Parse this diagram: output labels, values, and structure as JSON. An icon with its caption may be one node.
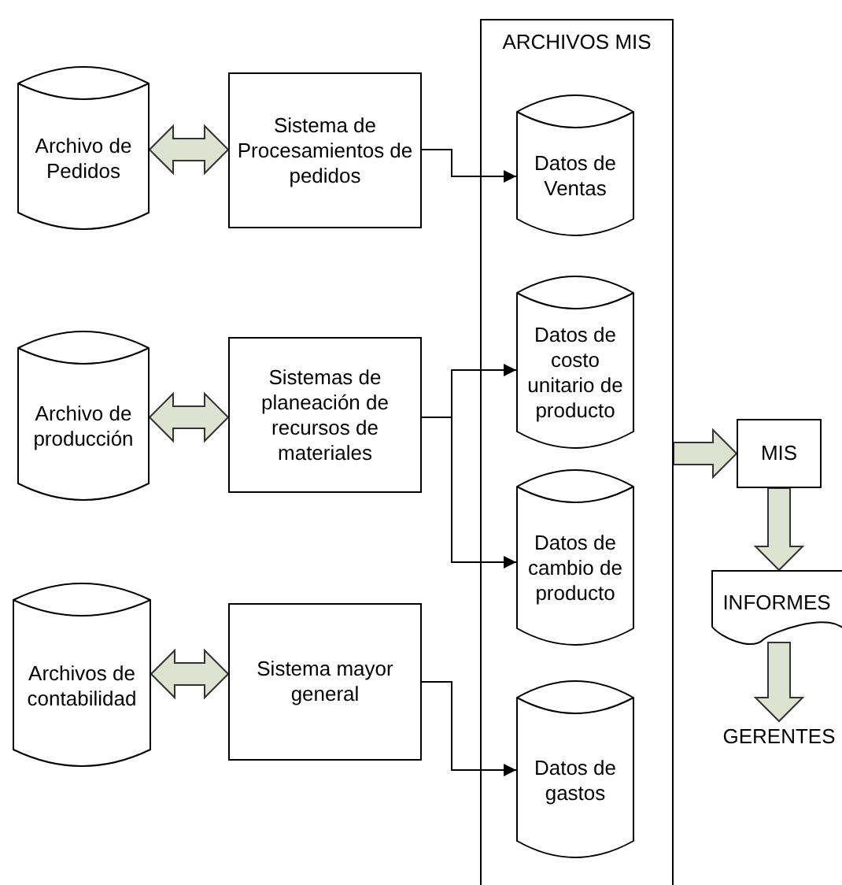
{
  "diagram": {
    "nodes": [
      {
        "text": [
          "Archivo de Pedidos"
        ]
      },
      {
        "text": [
          "Sistema de Procesamientos de pedidos"
        ]
      },
      {
        "text": [
          "ARCHIVOS MIS"
        ]
      },
      {
        "text": [
          "Datos de Ventas"
        ],
        "in": 2
      },
      {
        "text": [
          "Archivo de producción"
        ]
      },
      {
        "text": [
          "Sistemas de planeación de recursos de materiales"
        ]
      },
      {
        "text": [
          "Datos de costo unitario de producto"
        ],
        "in": 2
      },
      {
        "text": [
          "Datos de cambio de producto"
        ],
        "in": 2
      },
      {
        "text": [
          "MIS"
        ]
      },
      {
        "text": [
          "Archivos de contabilidad"
        ]
      },
      {
        "text": [
          "Sistema mayor general"
        ]
      },
      {
        "text": [
          "Datos de gastos"
        ],
        "in": 2
      },
      {
        "text": [
          "INFORMES"
        ]
      },
      {
        "text": [
          "GERENTES"
        ]
      }
    ],
    "edges": [
      {
        "from": 0,
        "to": 1,
        "arrow": "both",
        "style": "thick"
      },
      {
        "from": 1,
        "to": 3,
        "arrow": "to"
      },
      {
        "from": 4,
        "to": 5,
        "arrow": "both",
        "style": "thick"
      },
      {
        "from": 5,
        "to": 6,
        "arrow": "to"
      },
      {
        "from": 5,
        "to": 7,
        "arrow": "to"
      },
      {
        "from": 9,
        "to": 10,
        "arrow": "both",
        "style": "thick"
      },
      {
        "from": 10,
        "to": 11,
        "arrow": "to"
      },
      {
        "from": 2,
        "to": 8,
        "arrow": "to",
        "style": "thick"
      },
      {
        "from": 8,
        "to": 12,
        "arrow": "to",
        "style": "thick"
      },
      {
        "from": 12,
        "to": 13,
        "arrow": "to",
        "style": "thick"
      }
    ]
  }
}
